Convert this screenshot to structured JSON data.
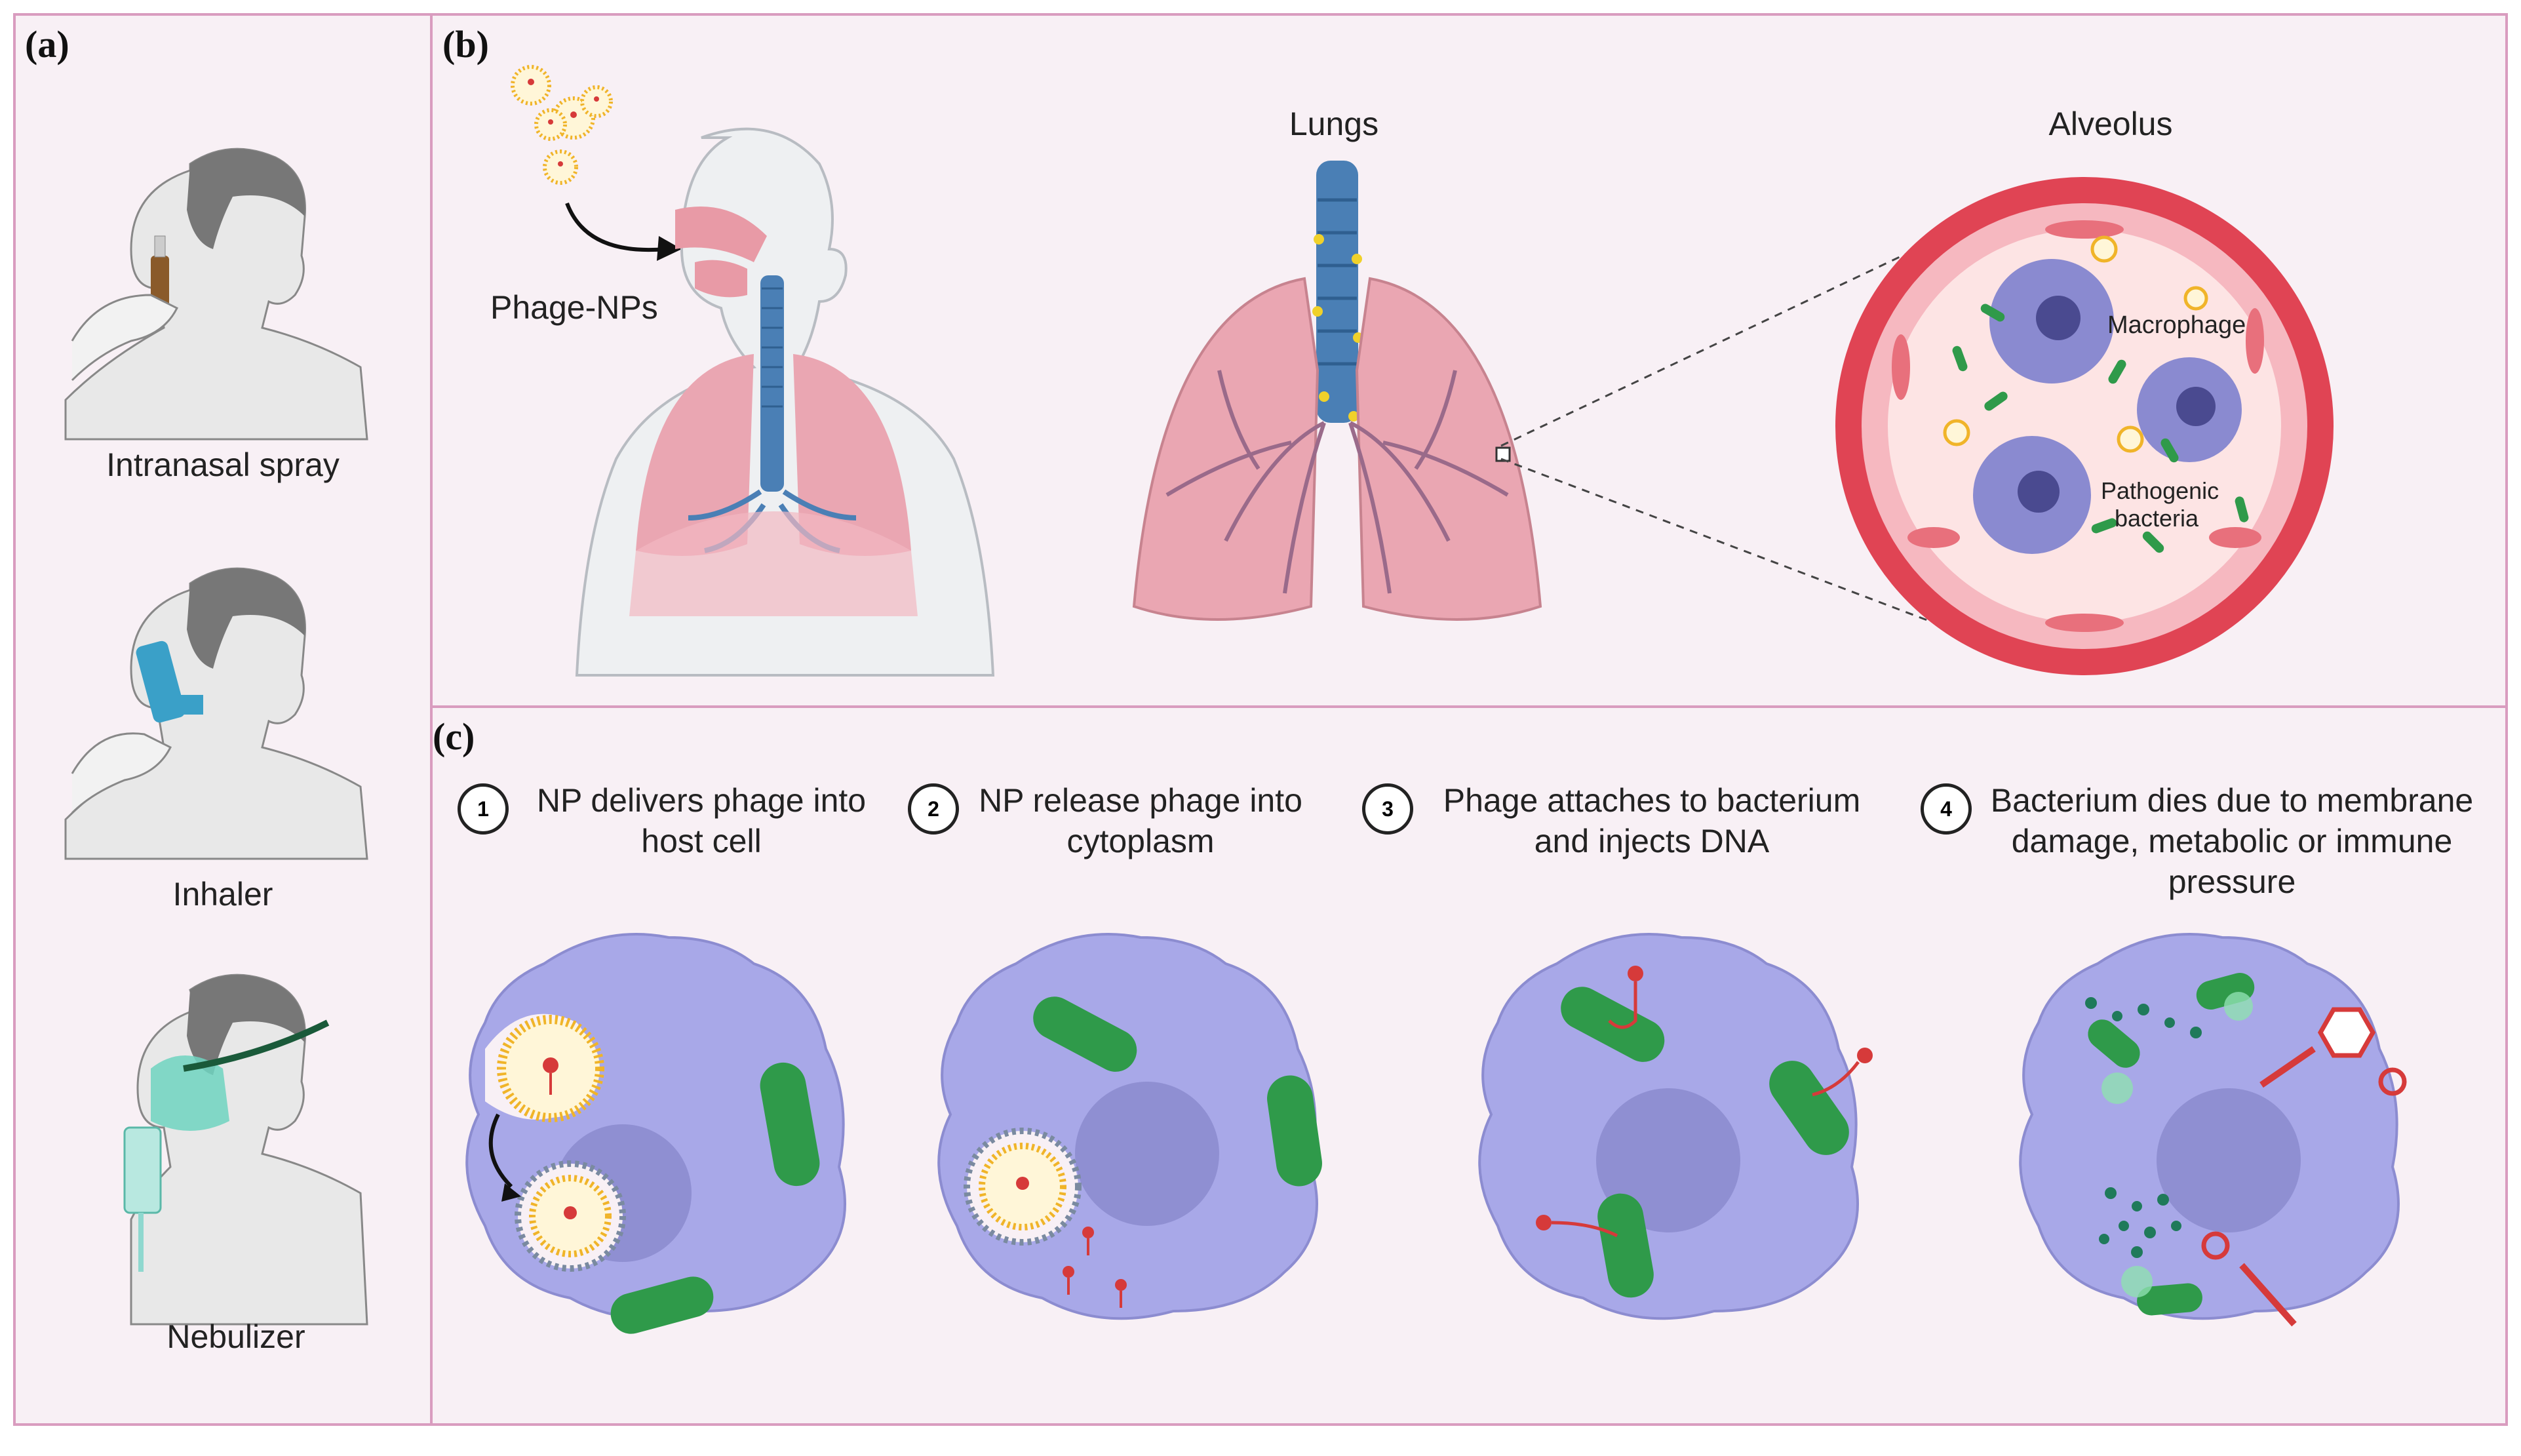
{
  "panel_labels": {
    "a": "(a)",
    "b": "(b)",
    "c": "(c)"
  },
  "panel_a": {
    "devices": [
      "Intranasal spray",
      "Inhaler",
      "Nebulizer"
    ]
  },
  "panel_b": {
    "phage_label": "Phage-NPs",
    "lungs_title": "Lungs",
    "alveolus_title": "Alveolus",
    "macrophage_label": "Macrophage",
    "bacteria_label_1": "Pathogenic",
    "bacteria_label_2": "bacteria"
  },
  "panel_c": {
    "steps": [
      {
        "num": "1",
        "line1": "NP delivers phage into",
        "line2": "host cell",
        "line3": ""
      },
      {
        "num": "2",
        "line1": "NP release phage into",
        "line2": "cytoplasm",
        "line3": ""
      },
      {
        "num": "3",
        "line1": "Phage attaches to bacterium",
        "line2": "and injects DNA",
        "line3": ""
      },
      {
        "num": "4",
        "line1": "Bacterium dies due to membrane",
        "line2": "damage, metabolic or immune",
        "line3": "pressure"
      }
    ]
  },
  "colors": {
    "panel_bg": "#f8f0f5",
    "panel_border": "#d99cbf",
    "cell": "#a8a8e8",
    "nucleus": "#8f8fd2",
    "bacterium": "#2f9a4a",
    "phage": "#d63a3a",
    "nanoparticle": "#f0b429",
    "lung": "#e8a8b8",
    "trachea": "#4a7fb5",
    "vessel": "#e04454"
  }
}
